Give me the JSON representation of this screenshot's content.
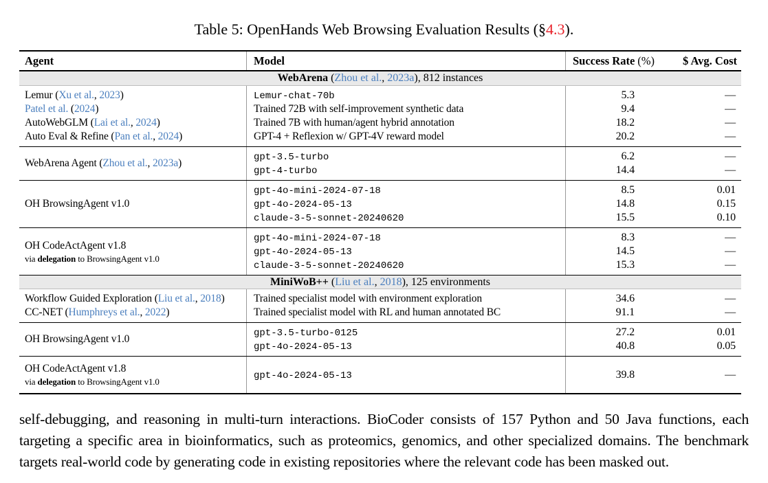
{
  "colors": {
    "link": "#4b7fbe",
    "section_ref_red": "#e8232b",
    "band_bg": "#e9e9e9"
  },
  "title": {
    "pre": "Table 5: OpenHands Web Browsing Evaluation Results (§",
    "ref": "4.3",
    "post": ")."
  },
  "table": {
    "headers": {
      "agent": "Agent",
      "model": "Model",
      "success_bold": "Success Rate",
      "success_unit": "(%)",
      "cost": "$ Avg. Cost"
    },
    "sections": [
      {
        "band": [
          {
            "t": "WebArena",
            "s": "bold"
          },
          {
            "t": " (",
            "s": "plain"
          },
          {
            "t": "Zhou et al.",
            "s": "link"
          },
          {
            "t": ", ",
            "s": "plain"
          },
          {
            "t": "2023a",
            "s": "link"
          },
          {
            "t": "), 812 instances",
            "s": "plain"
          }
        ],
        "groups": [
          {
            "agent": [
              {
                "segs": [
                  {
                    "t": "Lemur (",
                    "s": "plain"
                  },
                  {
                    "t": "Xu et al.",
                    "s": "link"
                  },
                  {
                    "t": ", ",
                    "s": "plain"
                  },
                  {
                    "t": "2023",
                    "s": "link"
                  },
                  {
                    "t": ")",
                    "s": "plain"
                  }
                ]
              },
              {
                "segs": [
                  {
                    "t": "Patel et al.",
                    "s": "link"
                  },
                  {
                    "t": " (",
                    "s": "plain"
                  },
                  {
                    "t": "2024",
                    "s": "link"
                  },
                  {
                    "t": ")",
                    "s": "plain"
                  }
                ]
              },
              {
                "segs": [
                  {
                    "t": "AutoWebGLM (",
                    "s": "plain"
                  },
                  {
                    "t": "Lai et al.",
                    "s": "link"
                  },
                  {
                    "t": ", ",
                    "s": "plain"
                  },
                  {
                    "t": "2024",
                    "s": "link"
                  },
                  {
                    "t": ")",
                    "s": "plain"
                  }
                ]
              },
              {
                "segs": [
                  {
                    "t": "Auto Eval & Refine (",
                    "s": "plain"
                  },
                  {
                    "t": "Pan et al.",
                    "s": "link"
                  },
                  {
                    "t": ", ",
                    "s": "plain"
                  },
                  {
                    "t": "2024",
                    "s": "link"
                  },
                  {
                    "t": ")",
                    "s": "plain"
                  }
                ]
              }
            ],
            "models": [
              {
                "segs": [
                  {
                    "t": "Lemur-chat-70b",
                    "s": "mono"
                  }
                ]
              },
              {
                "segs": [
                  {
                    "t": "Trained 72B with self-improvement synthetic data",
                    "s": "plain"
                  }
                ]
              },
              {
                "segs": [
                  {
                    "t": "Trained 7B with human/agent hybrid annotation",
                    "s": "plain"
                  }
                ]
              },
              {
                "segs": [
                  {
                    "t": "GPT-4 + Reflexion w/ GPT-4V reward model",
                    "s": "plain"
                  }
                ]
              }
            ],
            "success": [
              "5.3",
              "9.4",
              "18.2",
              "20.2"
            ],
            "cost": [
              "—",
              "—",
              "—",
              "—"
            ]
          },
          {
            "agent": [
              {
                "segs": [
                  {
                    "t": "WebArena Agent (",
                    "s": "plain"
                  },
                  {
                    "t": "Zhou et al.",
                    "s": "link"
                  },
                  {
                    "t": ", ",
                    "s": "plain"
                  },
                  {
                    "t": "2023a",
                    "s": "link"
                  },
                  {
                    "t": ")",
                    "s": "plain"
                  }
                ]
              }
            ],
            "models": [
              {
                "segs": [
                  {
                    "t": "gpt-3.5-turbo",
                    "s": "mono"
                  }
                ]
              },
              {
                "segs": [
                  {
                    "t": "gpt-4-turbo",
                    "s": "mono"
                  }
                ]
              }
            ],
            "success": [
              "6.2",
              "14.4"
            ],
            "cost": [
              "—",
              "—"
            ]
          },
          {
            "agent": [
              {
                "segs": [
                  {
                    "t": "OH BrowsingAgent v1.0",
                    "s": "plain"
                  }
                ]
              }
            ],
            "models": [
              {
                "segs": [
                  {
                    "t": "gpt-4o-mini-2024-07-18",
                    "s": "mono"
                  }
                ]
              },
              {
                "segs": [
                  {
                    "t": "gpt-4o-2024-05-13",
                    "s": "mono"
                  }
                ]
              },
              {
                "segs": [
                  {
                    "t": "claude-3-5-sonnet-20240620",
                    "s": "mono"
                  }
                ]
              }
            ],
            "success": [
              "8.5",
              "14.8",
              "15.5"
            ],
            "cost": [
              "0.01",
              "0.15",
              "0.10"
            ]
          },
          {
            "agent": [
              {
                "segs": [
                  {
                    "t": "OH CodeActAgent v1.8",
                    "s": "plain"
                  }
                ]
              },
              {
                "small": true,
                "segs": [
                  {
                    "t": "via ",
                    "s": "small"
                  },
                  {
                    "t": "delegation",
                    "s": "smallbold"
                  },
                  {
                    "t": " to BrowsingAgent v1.0",
                    "s": "small"
                  }
                ]
              }
            ],
            "models": [
              {
                "segs": [
                  {
                    "t": "gpt-4o-mini-2024-07-18",
                    "s": "mono"
                  }
                ]
              },
              {
                "segs": [
                  {
                    "t": "gpt-4o-2024-05-13",
                    "s": "mono"
                  }
                ]
              },
              {
                "segs": [
                  {
                    "t": "claude-3-5-sonnet-20240620",
                    "s": "mono"
                  }
                ]
              }
            ],
            "success": [
              "8.3",
              "14.5",
              "15.3"
            ],
            "cost": [
              "—",
              "—",
              "—"
            ]
          }
        ]
      },
      {
        "band": [
          {
            "t": "MiniWoB++",
            "s": "bold"
          },
          {
            "t": " (",
            "s": "plain"
          },
          {
            "t": "Liu et al.",
            "s": "link"
          },
          {
            "t": ", ",
            "s": "plain"
          },
          {
            "t": "2018",
            "s": "link"
          },
          {
            "t": "), 125 environments",
            "s": "plain"
          }
        ],
        "groups": [
          {
            "agent": [
              {
                "segs": [
                  {
                    "t": "Workflow Guided Exploration (",
                    "s": "plain"
                  },
                  {
                    "t": "Liu et al.",
                    "s": "link"
                  },
                  {
                    "t": ", ",
                    "s": "plain"
                  },
                  {
                    "t": "2018",
                    "s": "link"
                  },
                  {
                    "t": ")",
                    "s": "plain"
                  }
                ]
              },
              {
                "segs": [
                  {
                    "t": "CC-NET (",
                    "s": "plain"
                  },
                  {
                    "t": "Humphreys et al.",
                    "s": "link"
                  },
                  {
                    "t": ", ",
                    "s": "plain"
                  },
                  {
                    "t": "2022",
                    "s": "link"
                  },
                  {
                    "t": ")",
                    "s": "plain"
                  }
                ]
              }
            ],
            "models": [
              {
                "segs": [
                  {
                    "t": "Trained specialist model with environment exploration",
                    "s": "plain"
                  }
                ]
              },
              {
                "segs": [
                  {
                    "t": "Trained specialist model with RL and human annotated BC",
                    "s": "plain"
                  }
                ]
              }
            ],
            "success": [
              "34.6",
              "91.1"
            ],
            "cost": [
              "—",
              "—"
            ]
          },
          {
            "agent": [
              {
                "segs": [
                  {
                    "t": "OH BrowsingAgent v1.0",
                    "s": "plain"
                  }
                ]
              }
            ],
            "models": [
              {
                "segs": [
                  {
                    "t": "gpt-3.5-turbo-0125",
                    "s": "mono"
                  }
                ]
              },
              {
                "segs": [
                  {
                    "t": "gpt-4o-2024-05-13",
                    "s": "mono"
                  }
                ]
              }
            ],
            "success": [
              "27.2",
              "40.8"
            ],
            "cost": [
              "0.01",
              "0.05"
            ]
          },
          {
            "tall": true,
            "agent": [
              {
                "segs": [
                  {
                    "t": "OH CodeActAgent v1.8",
                    "s": "plain"
                  }
                ]
              },
              {
                "small": true,
                "segs": [
                  {
                    "t": "via ",
                    "s": "small"
                  },
                  {
                    "t": "delegation",
                    "s": "smallbold"
                  },
                  {
                    "t": " to BrowsingAgent v1.0",
                    "s": "small"
                  }
                ]
              }
            ],
            "models": [
              {
                "segs": [
                  {
                    "t": "gpt-4o-2024-05-13",
                    "s": "mono"
                  }
                ]
              }
            ],
            "success": [
              "39.8"
            ],
            "cost": [
              "—"
            ]
          }
        ]
      }
    ]
  },
  "paragraph": "self-debugging, and reasoning in multi-turn interactions. BioCoder consists of 157 Python and 50 Java functions, each targeting a specific area in bioinformatics, such as proteomics, genomics, and other specialized domains. The benchmark targets real-world code by generating code in existing repositories where the relevant code has been masked out."
}
